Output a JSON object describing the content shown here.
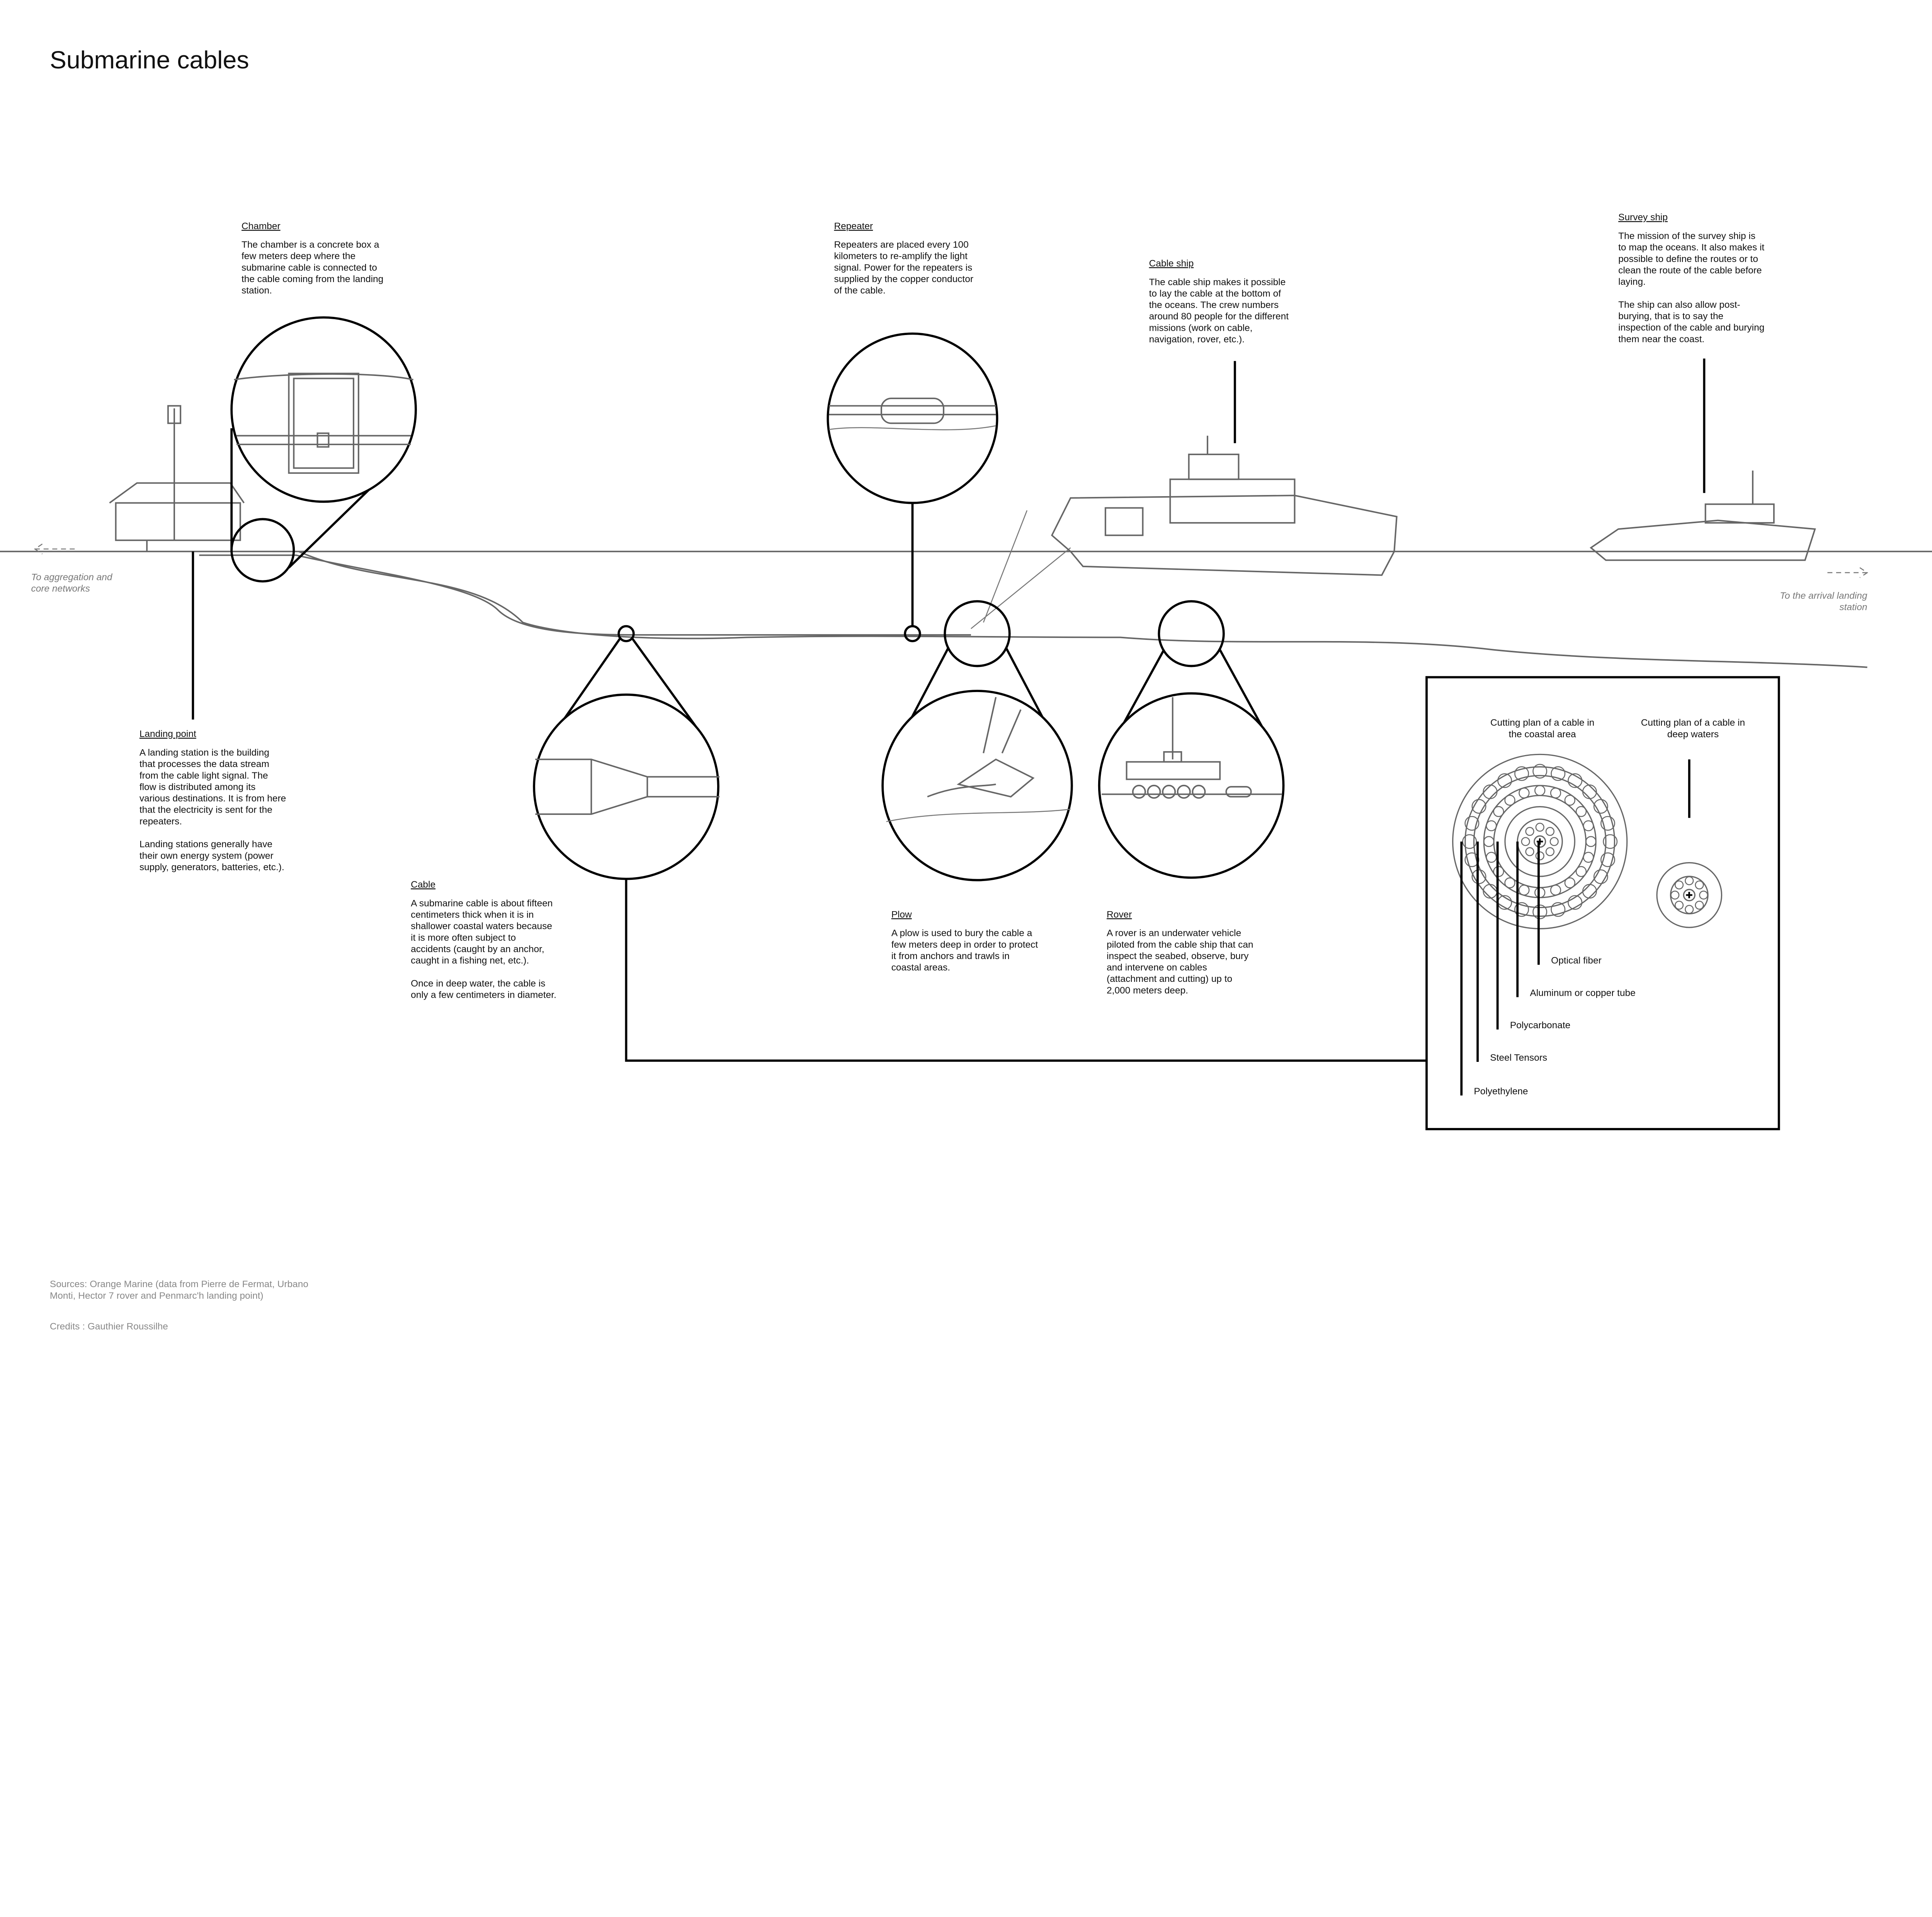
{
  "title": "Submarine cables",
  "annotations": {
    "chamber": {
      "heading": "Chamber",
      "lines": [
        "The chamber is a concrete box a",
        "few meters deep where the",
        "submarine cable is connected to",
        "the cable coming from the landing",
        "station."
      ]
    },
    "repeater": {
      "heading": "Repeater",
      "lines": [
        "Repeaters are placed every 100",
        "kilometers to re-amplify the light",
        "signal. Power for the repeaters is",
        "supplied by the copper conductor",
        "of the cable."
      ]
    },
    "cable_ship": {
      "heading": "Cable ship",
      "lines": [
        "The cable ship makes it possible",
        "to lay the cable at the bottom of",
        "the oceans. The crew numbers",
        "around 80 people for the different",
        "missions (work on cable,",
        "navigation, rover, etc.)."
      ]
    },
    "survey_ship": {
      "heading": "Survey ship",
      "lines": [
        "The mission of the survey ship is",
        "to map the oceans. It also makes it",
        "possible to define the routes or to",
        "clean the route of the cable before",
        "laying.",
        "",
        "The ship can also allow post-",
        "burying, that is to say the",
        "inspection of the cable and burying",
        "them near the coast."
      ]
    },
    "landing_point": {
      "heading": "Landing point",
      "lines": [
        "A landing station is the building",
        "that processes the data stream",
        "from the cable light signal. The",
        "flow is distributed among its",
        "various destinations. It is from here",
        "that the electricity is sent for the",
        "repeaters.",
        "",
        "Landing stations generally have",
        "their own energy system (power",
        "supply, generators, batteries, etc.)."
      ]
    },
    "cable": {
      "heading": "Cable",
      "lines": [
        "A submarine cable is about fifteen",
        "centimeters thick when it is in",
        "shallower coastal waters because",
        "it is more often subject to",
        "accidents (caught by an anchor,",
        "caught in a fishing net, etc.).",
        "",
        "Once in deep water, the cable is",
        "only a few centimeters in diameter."
      ]
    },
    "plow": {
      "heading": "Plow",
      "lines": [
        "A plow is used to bury the cable a",
        "few meters deep in order to protect",
        "it from anchors and trawls in",
        "coastal areas."
      ]
    },
    "rover": {
      "heading": "Rover",
      "lines": [
        "A rover is an underwater vehicle",
        "piloted from the cable ship that can",
        "inspect the seabed, observe, bury",
        "and intervene on cables",
        "(attachment and cutting) up to",
        "2,000 meters deep."
      ]
    }
  },
  "directions": {
    "left": [
      "To aggregation and",
      "core networks"
    ],
    "right": [
      "To the arrival landing",
      "station"
    ]
  },
  "cross_section": {
    "coastal_title": [
      "Cutting plan of a cable in",
      "the coastal area"
    ],
    "deep_title": [
      "Cutting plan of a cable in",
      "deep waters"
    ],
    "layers": [
      "Optical fiber",
      "Aluminum or copper tube",
      "Polycarbonate",
      "Steel Tensors",
      "Polyethylene"
    ]
  },
  "footer": {
    "sources": [
      "Sources: Orange Marine (data from Pierre de Fermat, Urbano",
      "Monti, Hector 7 rover and Penmarc'h landing point)"
    ],
    "credits": "Credits : Gauthier Roussilhe"
  },
  "colors": {
    "ink": "#000000",
    "drawing": "#666666",
    "muted": "#888888"
  }
}
